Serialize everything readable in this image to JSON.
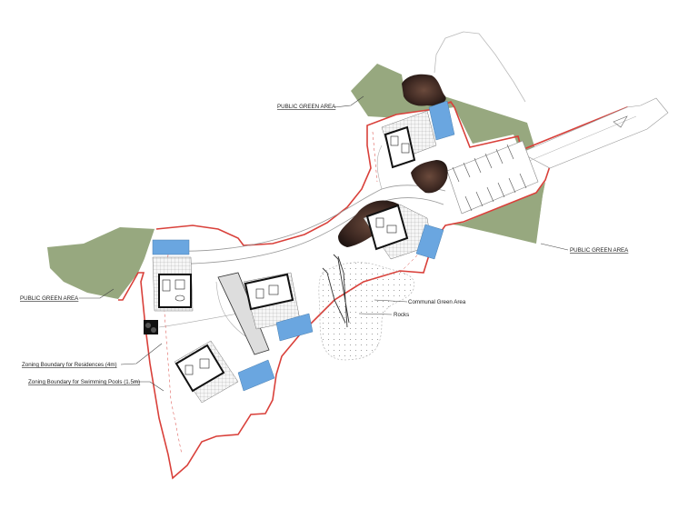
{
  "plan": {
    "colors": {
      "public_green": "#97a87f",
      "boundary": "#d9403a",
      "pool": "#6aa6e0",
      "rock": "#3f2a22",
      "paving": "#e9e9e9",
      "line": "#555555"
    },
    "labels": {
      "public_green_north": "PUBLIC GREEN AREA",
      "public_green_east": "PUBLIC GREEN AREA",
      "public_green_west": "PUBLIC GREEN AREA",
      "communal_green": "Communal Green Area",
      "rocks": "Rocks",
      "zoning_residences": "Zoning Boundary for Residences (4m)",
      "zoning_pools": "Zoning Boundary for Swimming Pools (1.5m)"
    },
    "residences": [
      {
        "id": "north",
        "has_pool": true
      },
      {
        "id": "east",
        "has_pool": true
      },
      {
        "id": "west",
        "has_pool": true
      },
      {
        "id": "center",
        "has_pool": true
      },
      {
        "id": "south",
        "has_pool": true
      }
    ],
    "parking": {
      "rows": 2,
      "spaces_per_row": 6
    }
  }
}
